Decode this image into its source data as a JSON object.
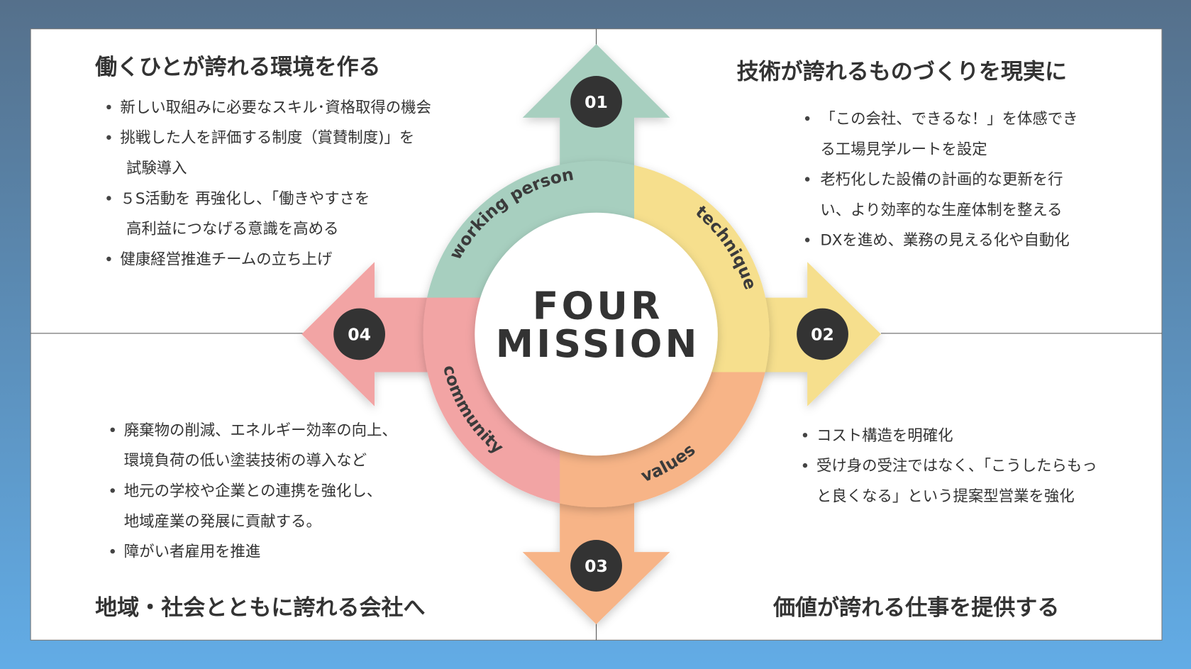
{
  "center": {
    "line1": "FOUR",
    "line2": "MISSION"
  },
  "colors": {
    "green": "#a7cfbf",
    "yellow": "#f6df8d",
    "orange": "#f7b487",
    "pink": "#f2a4a4",
    "badge": "#333333"
  },
  "missions": [
    {
      "number": "01",
      "ring_label": "working person",
      "heading": "働くひとが誇れる環境を作る",
      "bullets": [
        {
          "lines": [
            "新しい取組みに必要なスキル･資格取得の機会"
          ]
        },
        {
          "lines": [
            "挑戦した人を評価する制度（賞賛制度)」を",
            "試験導入"
          ]
        },
        {
          "lines": [
            "５S活動を 再強化し、「働きやすさを",
            "高利益につなげる意識を高める"
          ]
        },
        {
          "lines": [
            "健康経営推進チームの立ち上げ"
          ]
        }
      ]
    },
    {
      "number": "02",
      "ring_label": "technique",
      "heading": "技術が誇れるものづくりを現実に",
      "bullets": [
        {
          "lines": [
            "「この会社、できるな！」を体感でき",
            "る工場見学ルートを設定"
          ]
        },
        {
          "lines": [
            "老朽化した設備の計画的な更新を行",
            "い、より効率的な生産体制を整える"
          ]
        },
        {
          "lines": [
            "DXを進め、業務の見える化や自動化"
          ]
        }
      ]
    },
    {
      "number": "03",
      "ring_label": "values",
      "heading": "価値が誇れる仕事を提供する",
      "bullets": [
        {
          "lines": [
            "コスト構造を明確化"
          ]
        },
        {
          "lines": [
            "受け身の受注ではなく、「こうしたらもっ",
            "と良くなる」という提案型営業を強化"
          ]
        }
      ]
    },
    {
      "number": "04",
      "ring_label": "community",
      "heading": "地域・社会とともに誇れる会社へ",
      "bullets": [
        {
          "lines": [
            "廃棄物の削減、エネルギー効率の向上、",
            "環境負荷の低い塗装技術の導入など"
          ]
        },
        {
          "lines": [
            "地元の学校や企業との連携を強化し、",
            "地域産業の発展に貢献する。"
          ]
        },
        {
          "lines": [
            "障がい者雇用を推進"
          ]
        }
      ]
    }
  ]
}
